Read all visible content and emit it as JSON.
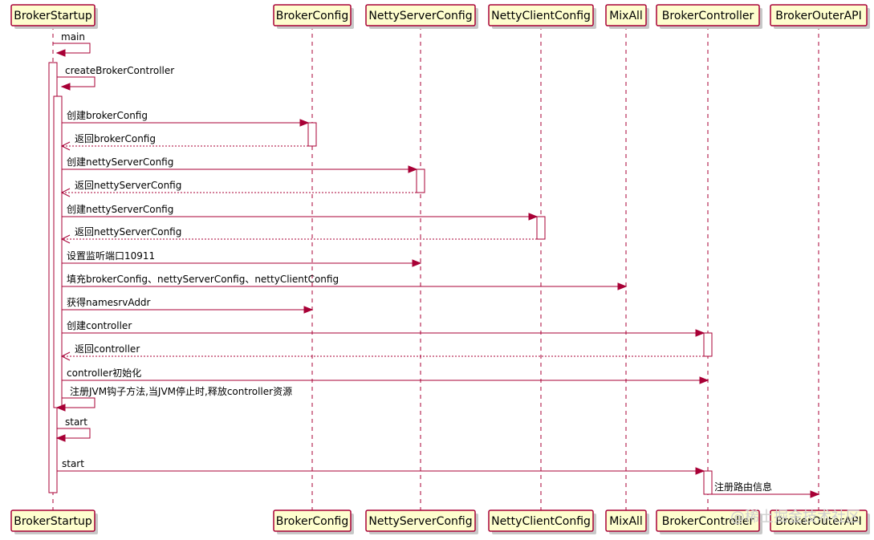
{
  "participants": [
    {
      "id": "bs",
      "label": "BrokerStartup"
    },
    {
      "id": "bc",
      "label": "BrokerConfig"
    },
    {
      "id": "nsc",
      "label": "NettyServerConfig"
    },
    {
      "id": "ncc",
      "label": "NettyClientConfig"
    },
    {
      "id": "mix",
      "label": "MixAll"
    },
    {
      "id": "ctl",
      "label": "BrokerController"
    },
    {
      "id": "api",
      "label": "BrokerOuterAPI"
    }
  ],
  "messages": [
    {
      "from": "bs",
      "to": "bs",
      "label": "main",
      "type": "self"
    },
    {
      "from": "bs",
      "to": "bs",
      "label": "createBrokerController",
      "type": "self"
    },
    {
      "from": "bs",
      "to": "bc",
      "label": "创建brokerConfig",
      "type": "sync"
    },
    {
      "from": "bc",
      "to": "bs",
      "label": "返回brokerConfig",
      "type": "return"
    },
    {
      "from": "bs",
      "to": "nsc",
      "label": "创建nettyServerConfig",
      "type": "sync"
    },
    {
      "from": "nsc",
      "to": "bs",
      "label": "返回nettyServerConfig",
      "type": "return"
    },
    {
      "from": "bs",
      "to": "ncc",
      "label": "创建nettyServerConfig",
      "type": "sync"
    },
    {
      "from": "ncc",
      "to": "bs",
      "label": "返回nettyServerConfig",
      "type": "return"
    },
    {
      "from": "bs",
      "to": "nsc",
      "label": "设置监听端口10911",
      "type": "sync"
    },
    {
      "from": "bs",
      "to": "mix",
      "label": "填充brokerConfig、nettyServerConfig、nettyClientConfig",
      "type": "sync"
    },
    {
      "from": "bs",
      "to": "bc",
      "label": "获得namesrvAddr",
      "type": "sync"
    },
    {
      "from": "bs",
      "to": "ctl",
      "label": "创建controller",
      "type": "sync"
    },
    {
      "from": "ctl",
      "to": "bs",
      "label": "返回controller",
      "type": "return"
    },
    {
      "from": "bs",
      "to": "ctl",
      "label": "controller初始化",
      "type": "sync"
    },
    {
      "from": "bs",
      "to": "bs",
      "label": "注册JVM钩子方法,当JVM停止时,释放controller资源",
      "type": "self"
    },
    {
      "from": "bs",
      "to": "bs",
      "label": "start",
      "type": "self"
    },
    {
      "from": "bs",
      "to": "ctl",
      "label": "start",
      "type": "sync"
    },
    {
      "from": "ctl",
      "to": "api",
      "label": "注册路由信息",
      "type": "sync"
    }
  ],
  "watermark": "@稀土掘金技术社区",
  "colors": {
    "border": "#A80036",
    "box_fill": "#FEFECE"
  }
}
